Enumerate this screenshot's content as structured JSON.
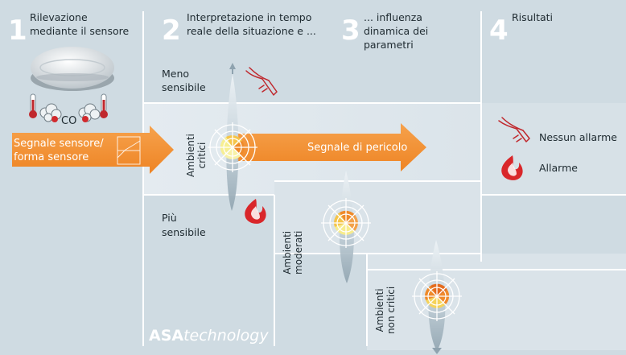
{
  "steps": [
    {
      "number": "1",
      "label_line1": "Rilevazione",
      "label_line2": "mediante il sensore"
    },
    {
      "number": "2",
      "label_line1": "Interpretazione in tempo",
      "label_line2": "reale della situazione e ..."
    },
    {
      "number": "3",
      "label_line1": "... influenza",
      "label_line2": "dinamica dei",
      "label_line3": "parametri"
    },
    {
      "number": "4",
      "label_line1": "Risultati"
    }
  ],
  "sensor": {
    "gas_label": "CO"
  },
  "input_arrow": {
    "line1": "Segnale sensore/",
    "line2": "forma sensore"
  },
  "main_arrow": {
    "label": "Segnale di pericolo"
  },
  "sensitivity": {
    "less_line1": "Meno",
    "less_line2": "sensibile",
    "more_line1": "Più",
    "more_line2": "sensibile"
  },
  "environments": [
    {
      "line1": "Ambienti",
      "line2": "critici"
    },
    {
      "line1": "Ambienti",
      "line2": "moderati"
    },
    {
      "line1": "Ambienti",
      "line2": "non critici"
    }
  ],
  "legend": [
    {
      "icon": "no-alarm-icon",
      "label": "Nessun allarme"
    },
    {
      "icon": "flame-icon",
      "label": "Allarme"
    }
  ],
  "brand": {
    "bold": "ASA",
    "italic": "technology"
  },
  "colors": {
    "background": "#cfdbe2",
    "arrow_orange": "#f18e2f",
    "flame_red": "#d9262a",
    "band_light": "#dde6ec"
  }
}
